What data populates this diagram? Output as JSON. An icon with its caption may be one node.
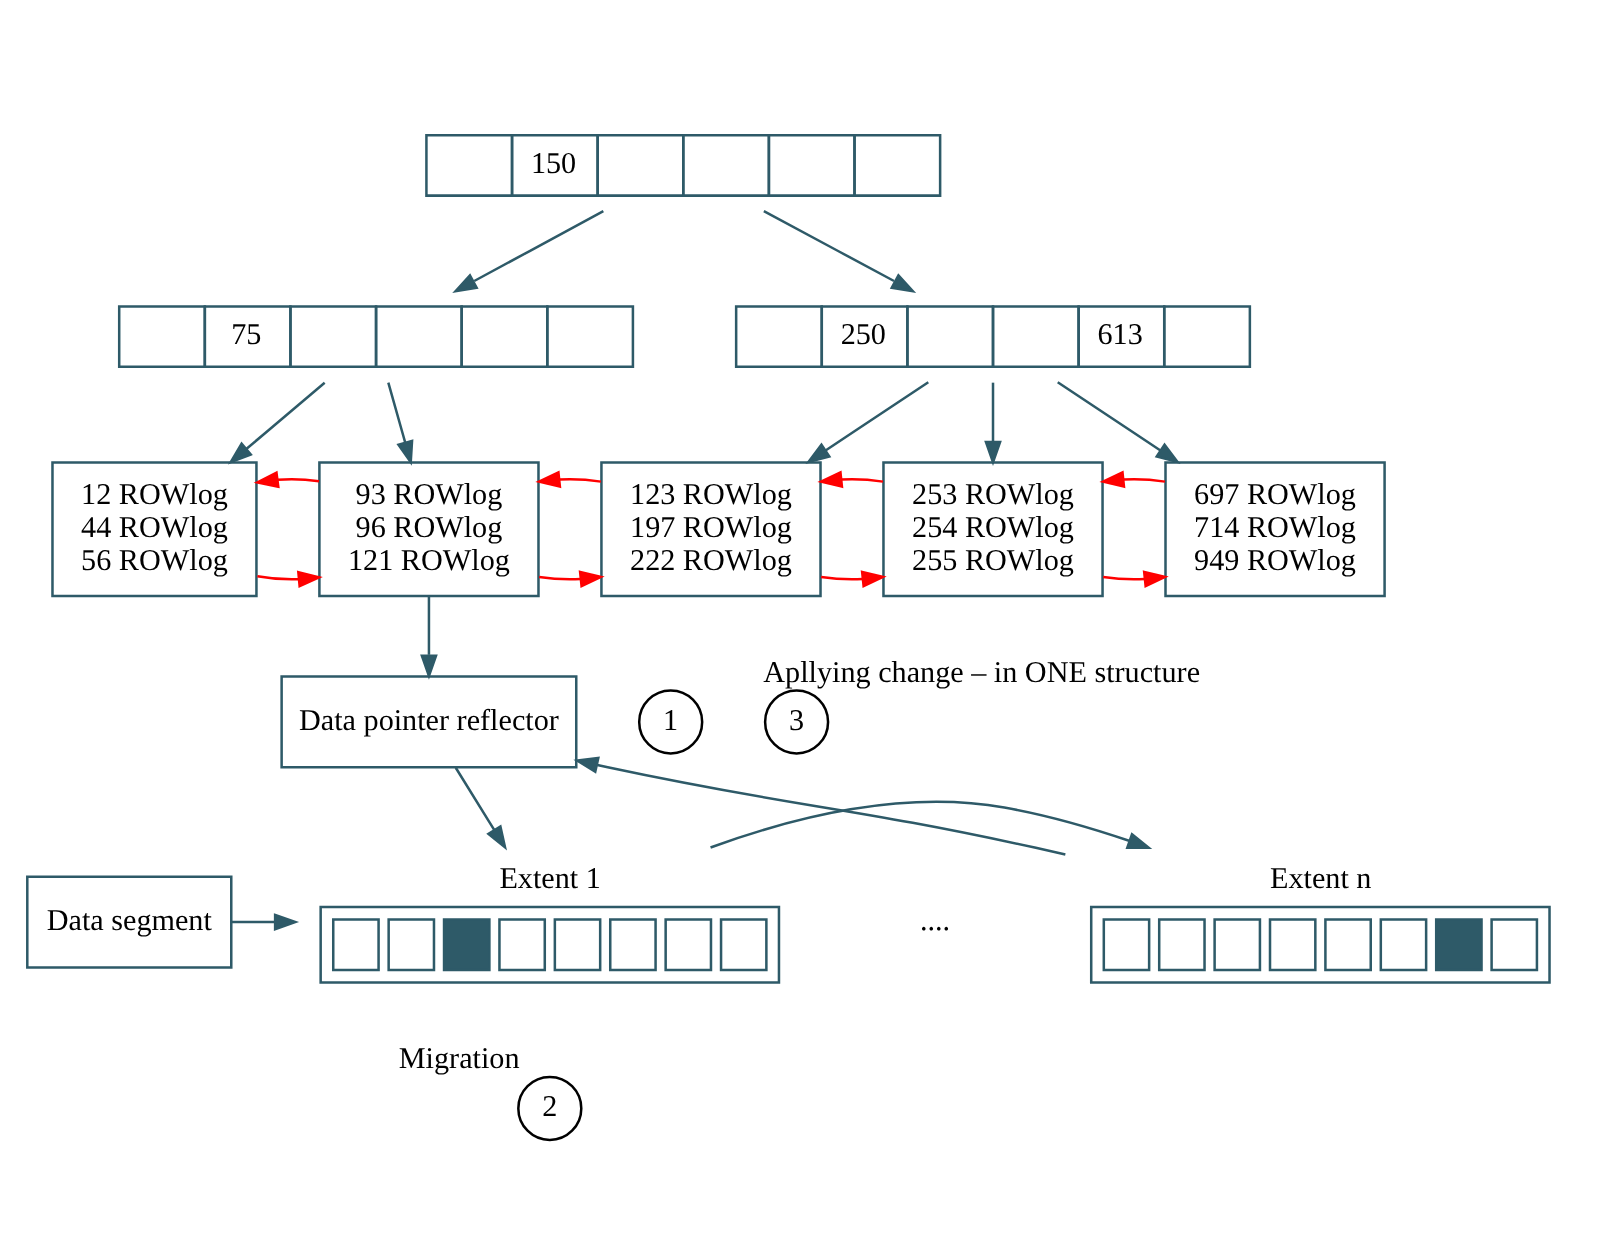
{
  "diagram": {
    "nodes": [
      {
        "text": [
          "150"
        ]
      },
      {
        "text": [
          "75"
        ]
      },
      {
        "text": [
          "250",
          "613"
        ]
      },
      {
        "text": [
          "12 ROWlog",
          "44 ROWlog",
          "56 ROWlog"
        ]
      },
      {
        "text": [
          "93 ROWlog",
          "96 ROWlog",
          "121 ROWlog"
        ]
      },
      {
        "text": [
          "123 ROWlog",
          "197 ROWlog",
          "222 ROWlog"
        ]
      },
      {
        "text": [
          "253 ROWlog",
          "254 ROWlog",
          "255 ROWlog"
        ]
      },
      {
        "text": [
          "697 ROWlog",
          "714 ROWlog",
          "949 ROWlog"
        ]
      },
      {
        "text": [
          "Data pointer reflector"
        ]
      },
      {
        "text": [
          "Extent 1"
        ]
      },
      {
        "text": [
          "Extent n"
        ]
      },
      {
        "text": [
          "Data segment"
        ]
      },
      {
        "text": [
          "1"
        ]
      },
      {
        "text": [
          "2"
        ],
        "beside": [
          "Migration"
        ]
      },
      {
        "text": [
          "3"
        ],
        "beside": [
          "Apllying change – in ONE structure"
        ]
      }
    ],
    "edges": [
      {
        "from": 0,
        "to": 1,
        "arrow": "to"
      },
      {
        "from": 0,
        "to": 2,
        "arrow": "to"
      },
      {
        "from": 1,
        "to": 3,
        "arrow": "to"
      },
      {
        "from": 1,
        "to": 4,
        "arrow": "to"
      },
      {
        "from": 2,
        "to": 5,
        "arrow": "to"
      },
      {
        "from": 2,
        "to": 6,
        "arrow": "to"
      },
      {
        "from": 2,
        "to": 7,
        "arrow": "to"
      },
      {
        "from": 3,
        "to": 4,
        "arrow": "to",
        "color": "#ff0000"
      },
      {
        "from": 4,
        "to": 5,
        "arrow": "to",
        "color": "#ff0000"
      },
      {
        "from": 5,
        "to": 6,
        "arrow": "to",
        "color": "#ff0000"
      },
      {
        "from": 6,
        "to": 7,
        "arrow": "to",
        "color": "#ff0000"
      },
      {
        "from": 4,
        "to": 3,
        "arrow": "to",
        "color": "#ff0000"
      },
      {
        "from": 5,
        "to": 4,
        "arrow": "to",
        "color": "#ff0000"
      },
      {
        "from": 6,
        "to": 5,
        "arrow": "to",
        "color": "#ff0000"
      },
      {
        "from": 7,
        "to": 6,
        "arrow": "to",
        "color": "#ff0000"
      },
      {
        "from": 4,
        "to": 8,
        "arrow": "to"
      },
      {
        "from": 8,
        "to": 9,
        "arrow": "to"
      },
      {
        "from": 11,
        "to": 9,
        "arrow": "to"
      },
      {
        "from": 9,
        "to": 10,
        "arrow": "to"
      },
      {
        "from": 10,
        "to": 8,
        "arrow": "to"
      }
    ],
    "labels": [
      "...."
    ]
  }
}
